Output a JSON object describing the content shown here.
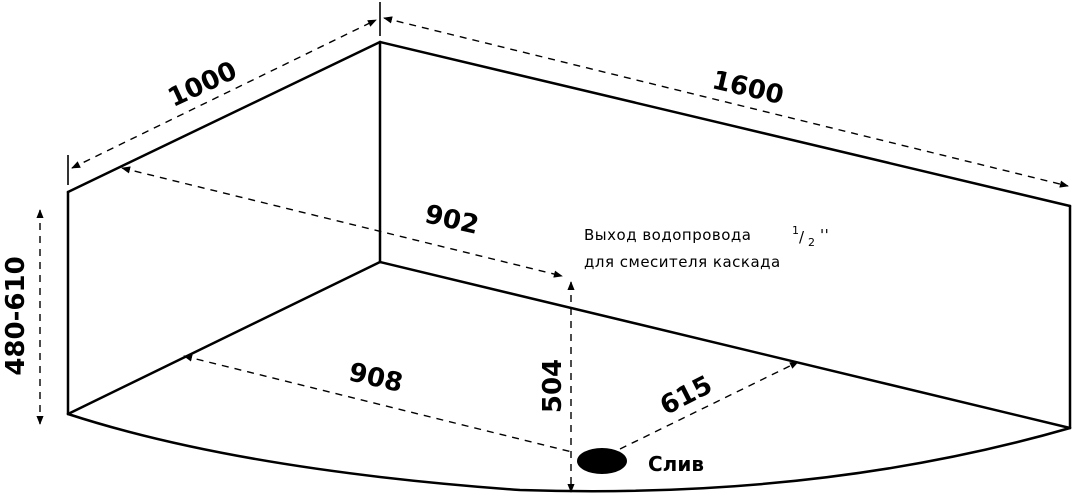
{
  "dimensions": {
    "length_left": "1000",
    "length_back": "1600",
    "height": "480-610",
    "diag_back": "902",
    "diag_front": "908",
    "to_drain": "504",
    "drain_diag": "615"
  },
  "note": {
    "line1_text": "Выход водопровода",
    "fraction_num": "1",
    "fraction_slash": "/",
    "fraction_den": "2",
    "inch_mark": "''",
    "line2_text": "для смесителя каскада"
  },
  "drain_label": "Слив",
  "colors": {
    "ink": "#000000",
    "background": "#ffffff"
  }
}
